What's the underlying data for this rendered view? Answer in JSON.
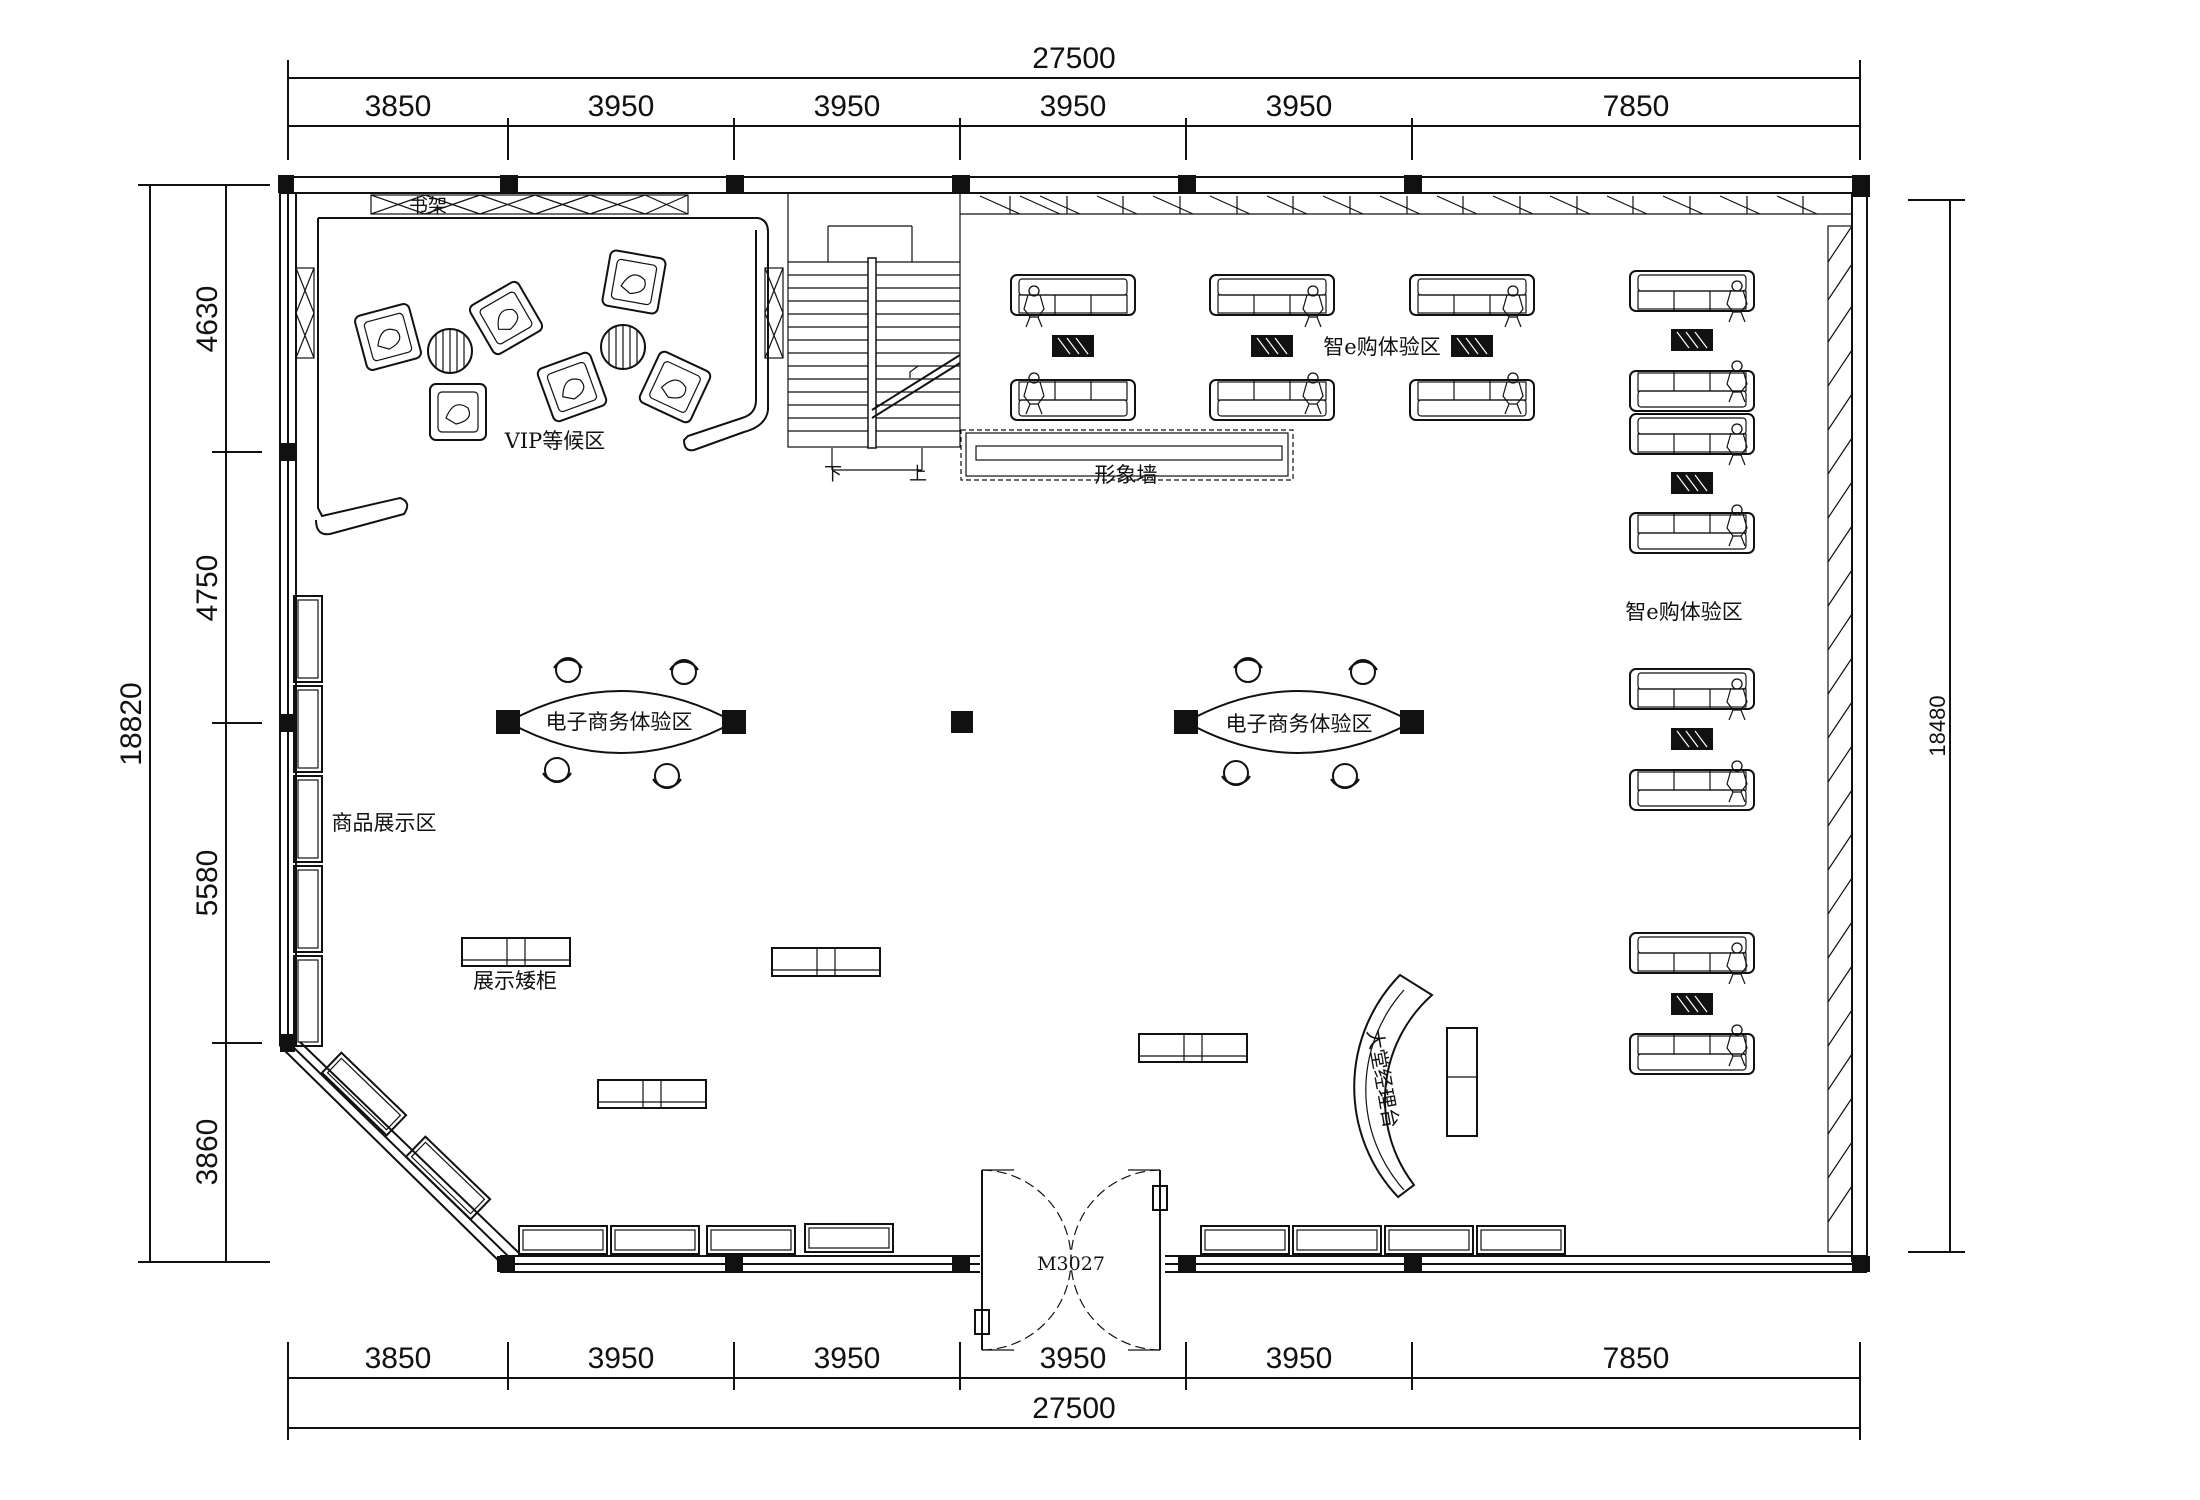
{
  "plan": {
    "dims_top": {
      "total": "27500",
      "segments": [
        "3850",
        "3950",
        "3950",
        "3950",
        "3950",
        "7850"
      ]
    },
    "dims_bottom": {
      "total": "27500",
      "segments": [
        "3850",
        "3950",
        "3950",
        "3950",
        "3950",
        "7850"
      ]
    },
    "dims_left": {
      "total": "18820",
      "segments": [
        "4630",
        "4750",
        "5580",
        "3860"
      ]
    },
    "dims_right": {
      "total": "18480"
    },
    "labels": {
      "bookshelf": "书架",
      "vip": "VIP等候区",
      "stair_down": "下",
      "stair_up": "上",
      "image_wall": "形象墙",
      "smart_top": "智e购体验区",
      "smart_right": "智e购体验区",
      "ecommerce_left": "电子商务体验区",
      "ecommerce_right": "电子商务体验区",
      "goods_display": "商品展示区",
      "low_cabinet": "展示矮柜",
      "reception": "大堂经理台",
      "door_code": "M3027"
    }
  }
}
